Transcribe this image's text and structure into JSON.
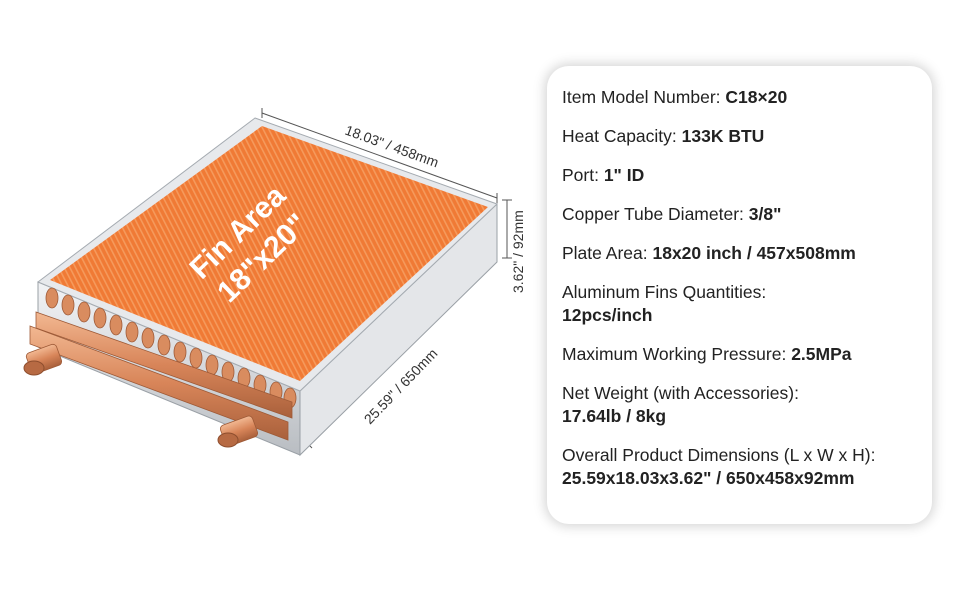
{
  "product": {
    "fin_label_line1": "Fin Area",
    "fin_label_line2": "18\"x20\"",
    "dim_length": "18.03\" / 458mm",
    "dim_height": "3.62\" / 92mm",
    "dim_width": "25.59\" / 650mm",
    "colors": {
      "fin": "#F07A35",
      "frame": "#D9DCDF",
      "copper": "#D88E63"
    }
  },
  "specs": [
    {
      "label": "Item Model Number: ",
      "value": "C18×20",
      "layout": "inline"
    },
    {
      "label": "Heat Capacity: ",
      "value": "133K BTU",
      "layout": "inline"
    },
    {
      "label": "Port: ",
      "value": "1\" ID",
      "layout": "inline"
    },
    {
      "label": "Copper Tube Diameter: ",
      "value": "3/8\"",
      "layout": "inline"
    },
    {
      "label": "Plate Area: ",
      "value": "18x20 inch / 457x508mm",
      "layout": "inline"
    },
    {
      "label": "Aluminum Fins Quantities:",
      "value": "12pcs/inch",
      "layout": "two-line"
    },
    {
      "label": "Maximum Working Pressure: ",
      "value": "2.5MPa",
      "layout": "inline"
    },
    {
      "label": "Net Weight (with Accessories):",
      "value": "17.64lb / 8kg",
      "layout": "two-line"
    },
    {
      "label": "Overall Product Dimensions (L x W x H):",
      "value": "25.59x18.03x3.62\" / 650x458x92mm",
      "layout": "two-line"
    }
  ]
}
